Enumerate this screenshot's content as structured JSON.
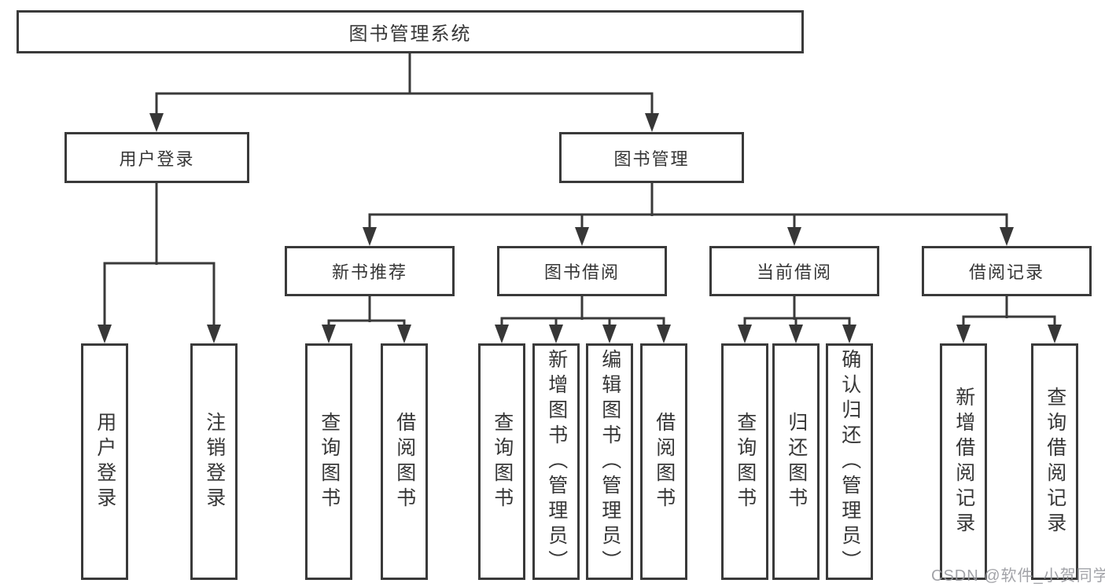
{
  "tree": {
    "root": {
      "label": "图书管理系统"
    },
    "children": [
      {
        "label": "用户登录",
        "children": [
          {
            "label": "用户登录"
          },
          {
            "label": "注销登录"
          }
        ]
      },
      {
        "label": "图书管理",
        "children": [
          {
            "label": "新书推荐",
            "children": [
              {
                "label": "查询图书"
              },
              {
                "label": "借阅图书"
              }
            ]
          },
          {
            "label": "图书借阅",
            "children": [
              {
                "label": "查询图书"
              },
              {
                "label": "新增图书（管理员）"
              },
              {
                "label": "编辑图书（管理员）"
              },
              {
                "label": "借阅图书"
              }
            ]
          },
          {
            "label": "当前借阅",
            "children": [
              {
                "label": "查询图书"
              },
              {
                "label": "归还图书"
              },
              {
                "label": "确认归还（管理员）"
              }
            ]
          },
          {
            "label": "借阅记录",
            "children": [
              {
                "label": "新增借阅记录"
              },
              {
                "label": "查询借阅记录"
              }
            ]
          }
        ]
      }
    ]
  },
  "watermark": {
    "text": "CSDN @软件_小贺同学"
  },
  "colors": {
    "line": "#3a3a3a",
    "box_border": "#3a3a3a",
    "text": "#363636",
    "watermark": "#98999e",
    "background": "#ffffff"
  }
}
